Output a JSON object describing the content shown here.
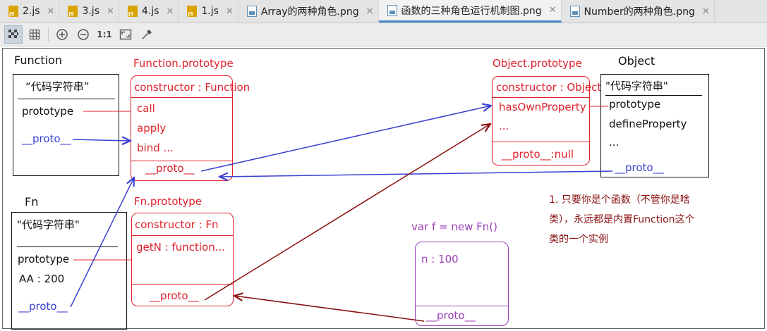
{
  "tabs": [
    {
      "label": "2.js",
      "icon": "js-file-icon",
      "active": false
    },
    {
      "label": "3.js",
      "icon": "js-file-icon",
      "active": false
    },
    {
      "label": "4.js",
      "icon": "js-file-icon",
      "active": false
    },
    {
      "label": "1.js",
      "icon": "js-file-icon",
      "active": false
    },
    {
      "label": "Array的两种角色.png",
      "icon": "image-file-icon",
      "active": false
    },
    {
      "label": "函数的三种角色运行机制图.png",
      "icon": "image-file-icon",
      "active": true
    },
    {
      "label": "Number的两种角色.png",
      "icon": "image-file-icon",
      "active": false
    }
  ],
  "toolbar": {
    "buttons": [
      "chessboard-icon",
      "grid-icon",
      "zoom-in-icon",
      "zoom-out-icon",
      "actual-size-icon",
      "fit-to-window-icon",
      "color-picker-icon"
    ],
    "actual_size_label": "1:1"
  },
  "diagram": {
    "function_obj": {
      "title": "Function",
      "code": "“代码字符串”",
      "prototype": "prototype",
      "proto": "__proto__"
    },
    "function_prototype": {
      "title": "Function.prototype",
      "constructor": "constructor : Function",
      "call": "call",
      "apply": "apply",
      "bind": "bind ...",
      "proto": "__proto__"
    },
    "object_prototype": {
      "title": "Object.prototype",
      "constructor": "constructor : Object",
      "has_own": "hasOwnProperty",
      "ellipsis": "...",
      "proto": "__proto__:null"
    },
    "object_obj": {
      "title": "Object",
      "code": "\"代码字符串\"",
      "prototype": "prototype",
      "define": "defineProperty",
      "ellipsis": "...",
      "proto": "__proto__"
    },
    "fn_obj": {
      "title": "Fn",
      "code": "\"代码字符串\"",
      "prototype": "prototype",
      "aa": "AA : 200",
      "proto": "__proto__"
    },
    "fn_prototype": {
      "title": "Fn.prototype",
      "constructor": "constructor : Fn",
      "getn": "getN : function...",
      "proto": "__proto__"
    },
    "instance_f": {
      "title": "var f = new Fn()",
      "n": "n : 100",
      "proto": "__proto__"
    },
    "note": {
      "line1": "1. 只要你是个函数（不管你是啥",
      "line2": "类），永远都是内置Function这个",
      "line3": "类的一个实例"
    }
  },
  "colors": {
    "black": "#111111",
    "red": "#e0222c",
    "blue": "#3a3fd0",
    "purple": "#9b3fb8",
    "dark_red": "#8a1010"
  }
}
